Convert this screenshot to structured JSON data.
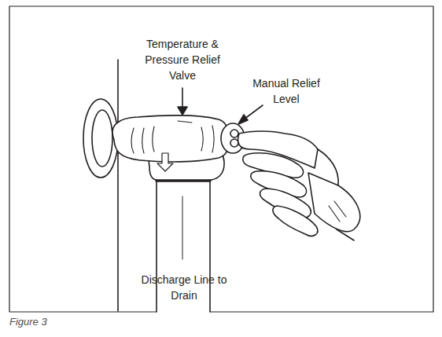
{
  "diagram": {
    "caption": "Figure 3",
    "labels": [
      "Temperature & Pressure Relief Valve",
      "Manual Relief Level",
      "Discharge Line to Drain"
    ]
  }
}
